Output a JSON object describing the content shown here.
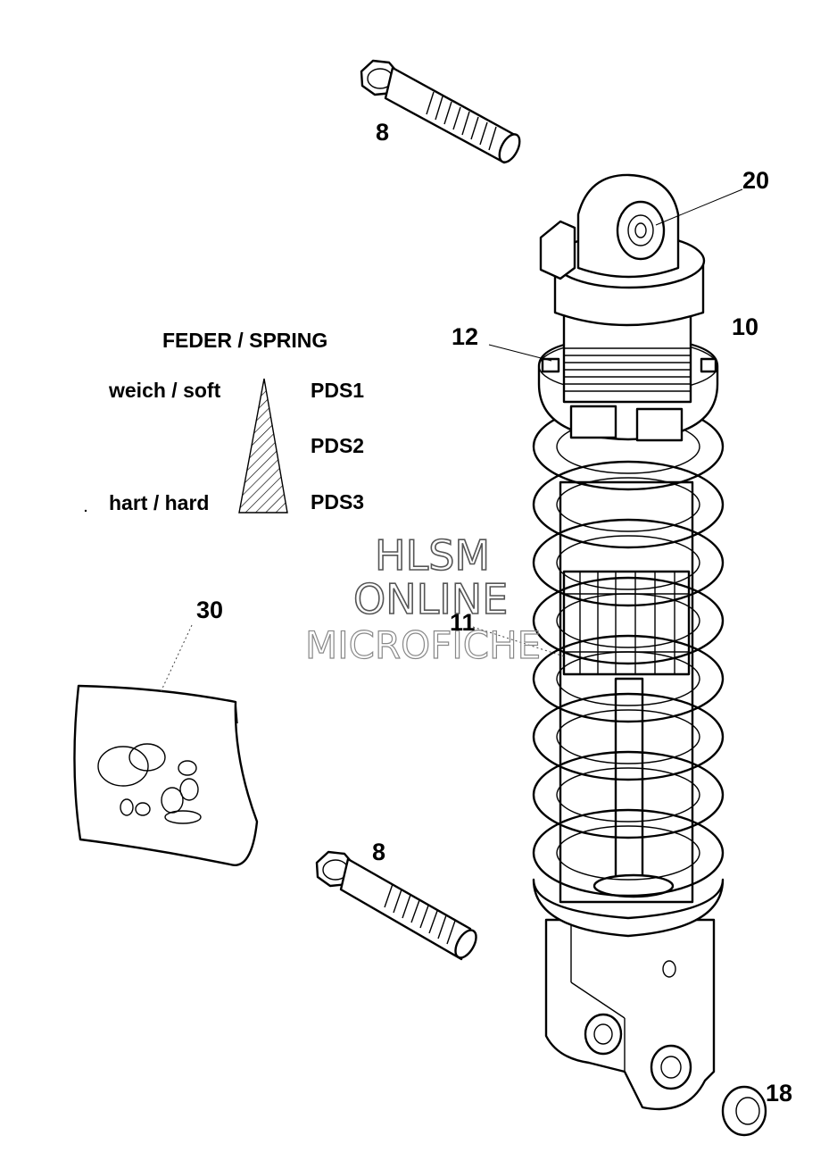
{
  "callouts": {
    "bolt_top": "8",
    "bolt_bottom": "8",
    "eye_bushing": "20",
    "shock": "10",
    "preload_ring": "12",
    "body": "11",
    "protector": "30",
    "bushing_small": "18"
  },
  "legend": {
    "title": "FEDER / SPRING",
    "soft": "weich / soft",
    "hard": "hart / hard",
    "pds1": "PDS1",
    "pds2": "PDS2",
    "pds3": "PDS3"
  },
  "watermark": {
    "line1": "HLSM",
    "line2": "ONLINE",
    "line3": "MICROFICHE"
  }
}
